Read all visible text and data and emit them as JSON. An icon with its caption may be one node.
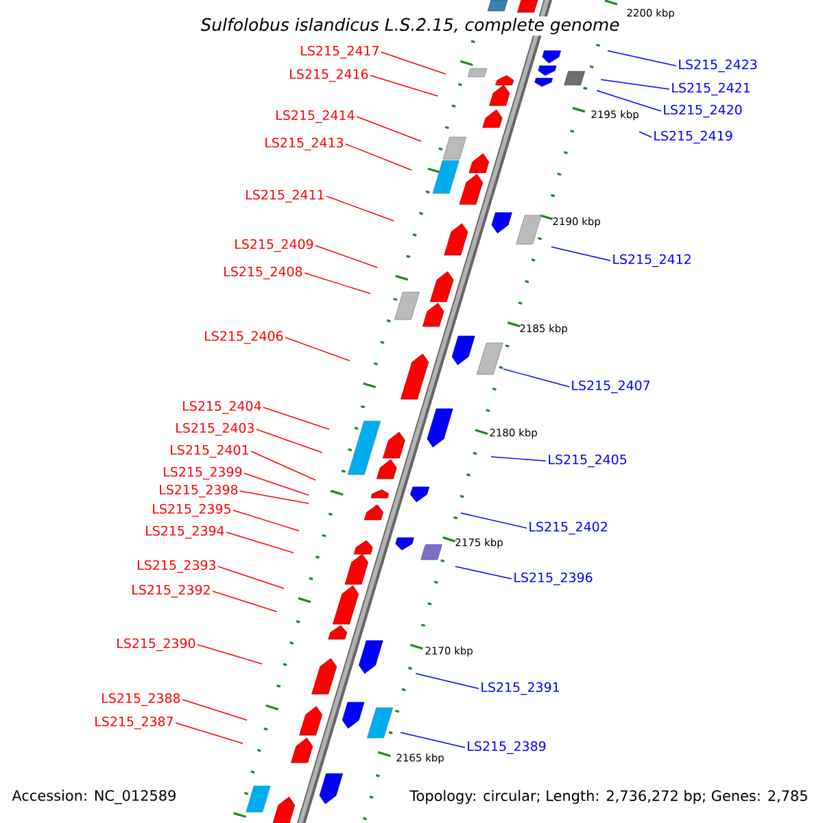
{
  "diagram": {
    "title": "Sulfolobus islandicus L.S.2.15, complete genome",
    "nodes": [
      {
        "text": [
          "LS215_2417"
        ]
      },
      {
        "text": [
          "LS215_2423"
        ]
      },
      {
        "text": [
          "LS215_2416"
        ]
      },
      {
        "text": [
          "LS215_2421"
        ]
      },
      {
        "text": [
          "LS215_2420"
        ]
      },
      {
        "text": [
          "LS215_2414"
        ]
      },
      {
        "text": [
          "LS215_2419"
        ]
      },
      {
        "text": [
          "LS215_2413"
        ]
      },
      {
        "text": [
          "LS215_2411"
        ]
      },
      {
        "text": [
          "LS215_2409"
        ]
      },
      {
        "text": [
          "LS215_2412"
        ]
      },
      {
        "text": [
          "LS215_2408"
        ]
      },
      {
        "text": [
          "LS215_2406"
        ]
      },
      {
        "text": [
          "LS215_2407"
        ]
      },
      {
        "text": [
          "LS215_2404"
        ]
      },
      {
        "text": [
          "LS215_2403"
        ]
      },
      {
        "text": [
          "LS215_2401"
        ]
      },
      {
        "text": [
          "LS215_2405"
        ]
      },
      {
        "text": [
          "LS215_2399"
        ]
      },
      {
        "text": [
          "LS215_2398"
        ]
      },
      {
        "text": [
          "LS215_2395"
        ]
      },
      {
        "text": [
          "LS215_2402"
        ]
      },
      {
        "text": [
          "LS215_2394"
        ]
      },
      {
        "text": [
          "LS215_2393"
        ]
      },
      {
        "text": [
          "LS215_2396"
        ]
      },
      {
        "text": [
          "LS215_2392"
        ]
      },
      {
        "text": [
          "LS215_2390"
        ]
      },
      {
        "text": [
          "LS215_2391"
        ]
      },
      {
        "text": [
          "LS215_2388"
        ]
      },
      {
        "text": [
          "LS215_2387"
        ]
      },
      {
        "text": [
          "LS215_2389"
        ]
      }
    ],
    "edges": [
      {
        "from": 0,
        "to": null,
        "arrow": "none"
      },
      {
        "from": 1,
        "to": null,
        "arrow": "none",
        "color": "#0000ff"
      },
      {
        "from": 2,
        "to": null,
        "arrow": "none"
      },
      {
        "from": 3,
        "to": null,
        "arrow": "none",
        "color": "#0000ff"
      },
      {
        "from": 4,
        "to": null,
        "arrow": "none",
        "color": "#0000ff"
      },
      {
        "from": 5,
        "to": null,
        "arrow": "none"
      },
      {
        "from": 6,
        "to": null,
        "arrow": "none",
        "color": "#0000ff"
      },
      {
        "from": 7,
        "to": null,
        "arrow": "none"
      },
      {
        "from": 8,
        "to": null,
        "arrow": "none"
      },
      {
        "from": 9,
        "to": null,
        "arrow": "none"
      },
      {
        "from": 10,
        "to": null,
        "arrow": "none",
        "color": "#0000ff"
      },
      {
        "from": 11,
        "to": null,
        "arrow": "none"
      },
      {
        "from": 12,
        "to": null,
        "arrow": "none"
      },
      {
        "from": 13,
        "to": null,
        "arrow": "none",
        "color": "#0000ff"
      },
      {
        "from": 14,
        "to": null,
        "arrow": "none"
      },
      {
        "from": 15,
        "to": null,
        "arrow": "none"
      },
      {
        "from": 16,
        "to": null,
        "arrow": "none"
      },
      {
        "from": 17,
        "to": null,
        "arrow": "none",
        "color": "#0000ff"
      },
      {
        "from": 18,
        "to": null,
        "arrow": "none"
      },
      {
        "from": 19,
        "to": null,
        "arrow": "none"
      },
      {
        "from": 20,
        "to": null,
        "arrow": "none"
      },
      {
        "from": 21,
        "to": null,
        "arrow": "none",
        "color": "#0000ff"
      },
      {
        "from": 22,
        "to": null,
        "arrow": "none"
      },
      {
        "from": 23,
        "to": null,
        "arrow": "none"
      },
      {
        "from": 24,
        "to": null,
        "arrow": "none",
        "color": "#0000ff"
      },
      {
        "from": 25,
        "to": null,
        "arrow": "none"
      },
      {
        "from": 26,
        "to": null,
        "arrow": "none"
      },
      {
        "from": 27,
        "to": null,
        "arrow": "none",
        "color": "#0000ff"
      },
      {
        "from": 28,
        "to": null,
        "arrow": "none"
      },
      {
        "from": 29,
        "to": null,
        "arrow": "none"
      },
      {
        "from": 30,
        "to": null,
        "arrow": "none",
        "color": "#0000ff"
      }
    ],
    "labels": [
      "2200 kbp",
      "2195 kbp",
      "2190 kbp",
      "2185 kbp",
      "2180 kbp",
      "2175 kbp",
      "2170 kbp",
      "2165 kbp",
      "Accession: NC_012589",
      "Topology: circular; Length: 2,736,272 bp; Genes: 2,785"
    ]
  }
}
